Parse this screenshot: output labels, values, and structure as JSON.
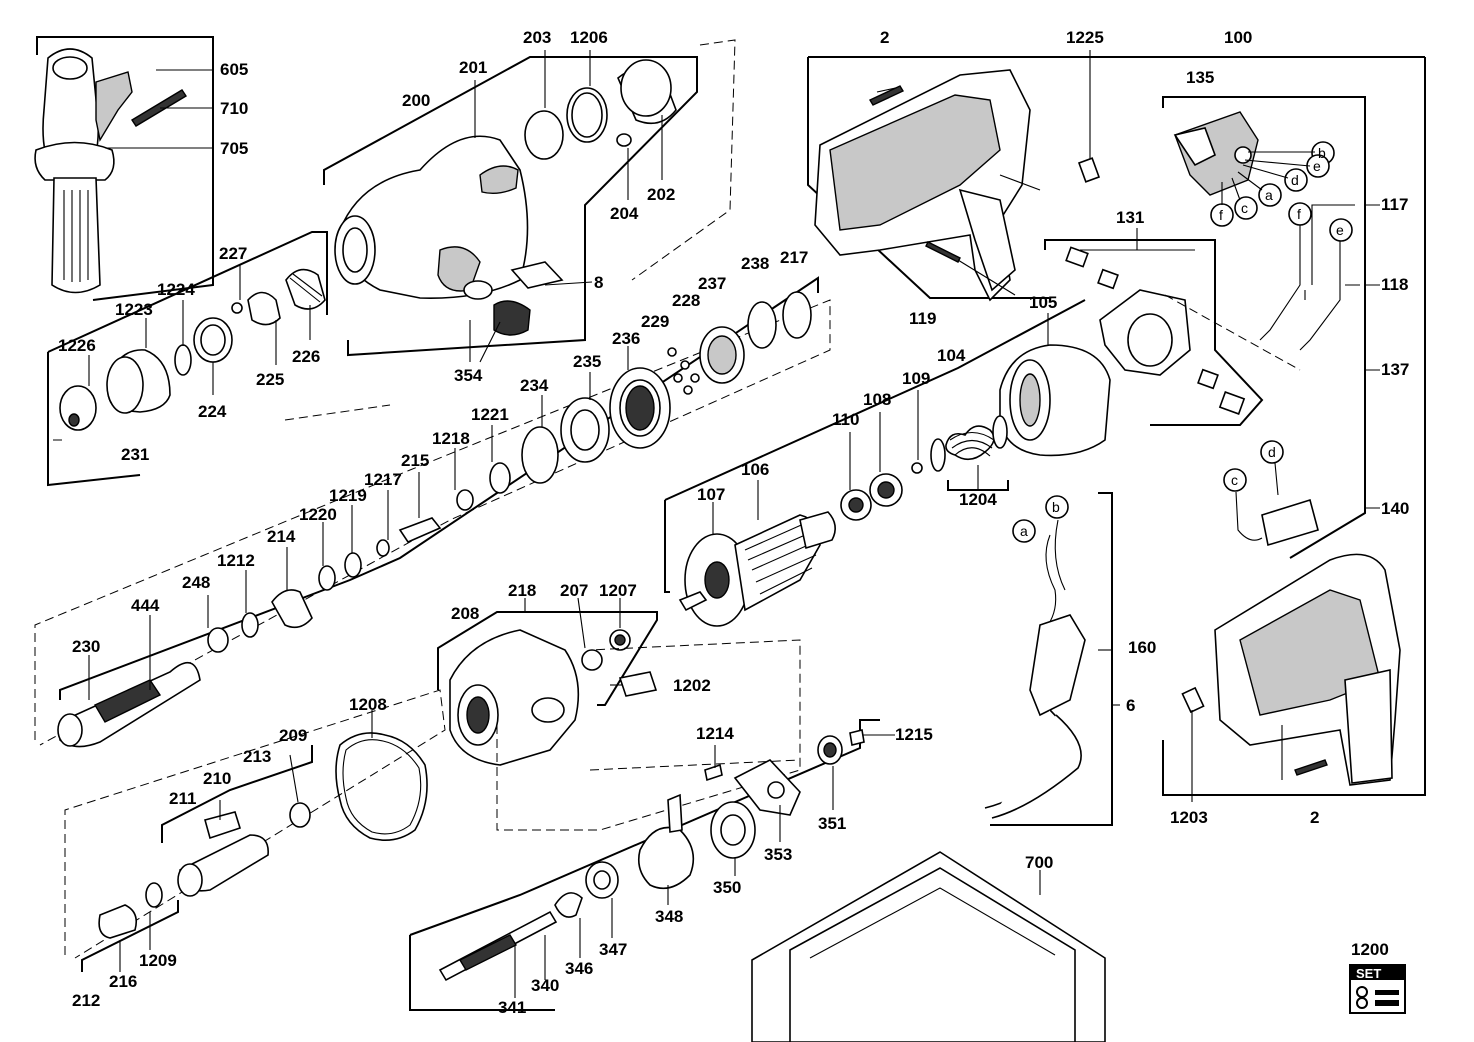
{
  "parts": {
    "p605": "605",
    "p710": "710",
    "p705": "705",
    "p200": "200",
    "p201": "201",
    "p203": "203",
    "p1206": "1206",
    "p202": "202",
    "p204": "204",
    "p8": "8",
    "p354": "354",
    "p2a": "2",
    "p1225": "1225",
    "p100": "100",
    "p135": "135",
    "p117": "117",
    "p118": "118",
    "p137": "137",
    "p140": "140",
    "p131": "131",
    "p119": "119",
    "p105": "105",
    "p104": "104",
    "p109": "109",
    "p108": "108",
    "p110": "110",
    "p1204": "1204",
    "p227": "227",
    "p1224": "1224",
    "p1223": "1223",
    "p1226": "1226",
    "p225": "225",
    "p226": "226",
    "p224": "224",
    "p231": "231",
    "p238": "238",
    "p217": "217",
    "p237": "237",
    "p228": "228",
    "p229": "229",
    "p236": "236",
    "p235": "235",
    "p234": "234",
    "p1221": "1221",
    "p1218": "1218",
    "p215": "215",
    "p1217": "1217",
    "p1219": "1219",
    "p1220": "1220",
    "p214": "214",
    "p1212": "1212",
    "p248": "248",
    "p444": "444",
    "p230": "230",
    "p106": "106",
    "p107": "107",
    "p218": "218",
    "p207": "207",
    "p1207": "1207",
    "p208": "208",
    "p1202": "1202",
    "p160": "160",
    "p6": "6",
    "p1208": "1208",
    "p209": "209",
    "p213": "213",
    "p210": "210",
    "p211": "211",
    "p1214": "1214",
    "p1215": "1215",
    "p351": "351",
    "p353": "353",
    "p350": "350",
    "p348": "348",
    "p347": "347",
    "p346": "346",
    "p340": "340",
    "p341": "341",
    "p212": "212",
    "p216": "216",
    "p1209": "1209",
    "p1203": "1203",
    "p2b": "2",
    "p700": "700",
    "p1200": "1200"
  },
  "wire_letters": {
    "a1": "a",
    "b1": "b",
    "c1": "c",
    "d1": "d",
    "e1": "e",
    "f1": "f",
    "f2": "f",
    "e2": "e",
    "c2": "c",
    "d2": "d",
    "a2": "a",
    "b2": "b"
  },
  "set_badge": {
    "text": "SET"
  }
}
